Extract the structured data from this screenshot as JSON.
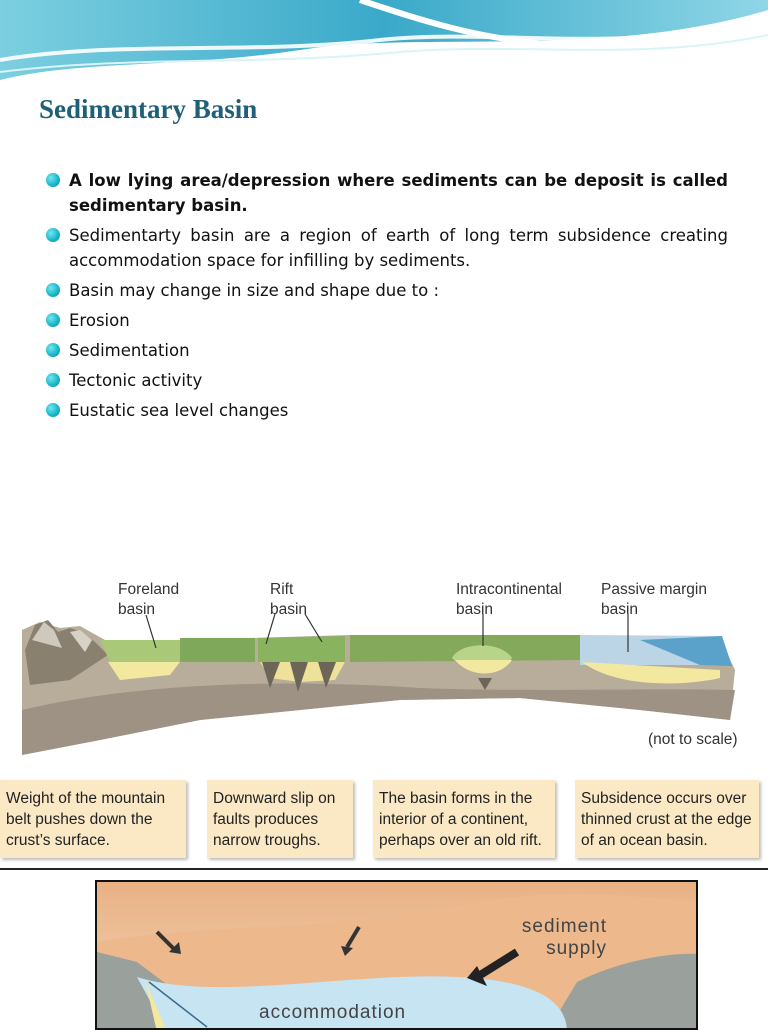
{
  "slide": {
    "title": "Sedimentary Basin",
    "bullets": [
      "A low lying area/depression where sediments can be deposit is called sedimentary basin.",
      "Sedimentarty basin are a region of earth of long term subsidence creating accommodation space for infilling by sediments.",
      "Basin may change in size and shape due to :",
      "Erosion",
      "Sedimentation",
      "Tectonic activity",
      "Eustatic sea level changes"
    ]
  },
  "diagram1": {
    "labels": {
      "foreland": "Foreland basin",
      "rift": "Rift basin",
      "intracontinental": "Intracontinental basin",
      "passive": "Passive margin basin",
      "scale_note": "(not to scale)"
    },
    "captions": {
      "foreland": "Weight of the mountain belt pushes down the crust’s surface.",
      "rift": "Downward slip on faults produces narrow troughs.",
      "intracontinental": "The basin forms in the interior of a continent, perhaps over an old rift.",
      "passive": "Subsidence occurs over thinned crust at the edge of an ocean basin."
    }
  },
  "diagram2": {
    "labels": {
      "sediment_supply": "sediment supply",
      "accommodation": "accommodation"
    }
  },
  "colors": {
    "title": "#1f5f78",
    "bullet": "#15b3c6",
    "caption_bg": "#fbe9c6"
  }
}
